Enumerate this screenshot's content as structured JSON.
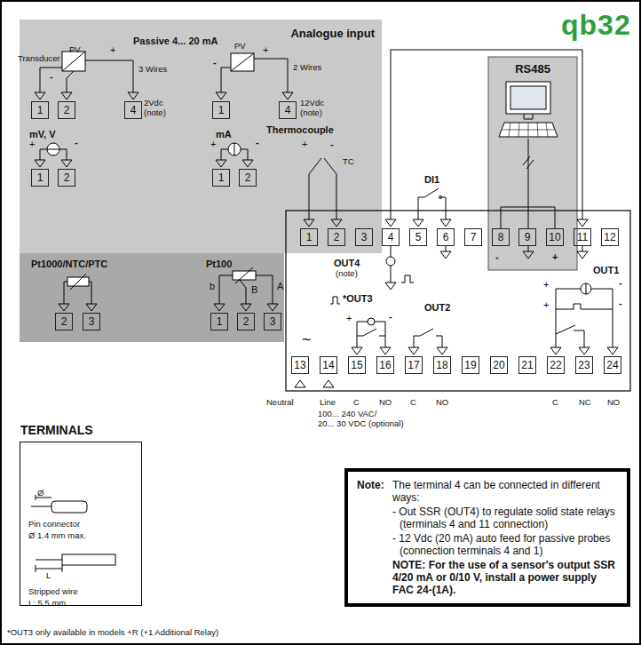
{
  "diagram": {
    "title": "qb32",
    "nodes": [
      {
        "text": [
          "Analogue input"
        ]
      },
      {
        "text": [
          "Pt1000/NTC/PTC",
          "Pt100"
        ]
      },
      {
        "text": [
          "RS485"
        ]
      },
      {
        "text": [
          "TERMINALS"
        ]
      },
      {
        "text": [
          "Note:",
          "The terminal 4 can be connected in different ways:",
          "- Out SSR (OUT4) to regulate solid state relays (terminals 4 and 11 connection)",
          "- 12 Vdc (20 mA) auto feed for passive probes (connection terminals 4 and 1)",
          "NOTE: For the use of a sensor's output SSR 4/20 mA or 0/10 V, install a power supply FAC 24-(1A)."
        ]
      }
    ],
    "labels": [
      "Passive 4... 20 mA",
      "PV",
      "Transducer",
      "+",
      "3 Wires",
      "-",
      "1",
      "2",
      "4",
      "2Vdc",
      "(note)",
      "PV",
      "+",
      "2 Wires",
      "-",
      "1",
      "4",
      "12Vdc",
      "(note)",
      "mV, V",
      "+",
      "-",
      "1",
      "2",
      "mA",
      "+",
      "-",
      "1",
      "2",
      "Thermocouple",
      "+",
      "-",
      "TC",
      "1",
      "2",
      "3",
      "4",
      "5",
      "6",
      "7",
      "8",
      "9",
      "10",
      "11",
      "12",
      "OUT4",
      "(note)",
      "DI1",
      "-",
      "+",
      "*OUT3",
      "OUT2",
      "+",
      "-",
      "OUT1",
      "+",
      "-",
      "+",
      "-",
      "~",
      "13",
      "14",
      "15",
      "16",
      "17",
      "18",
      "19",
      "20",
      "21",
      "22",
      "23",
      "24",
      "Neutral",
      "Line",
      "100... 240 VAC/",
      "20... 30 VDC (optional)",
      "C",
      "NO",
      "C",
      "NO",
      "C",
      "NC",
      "NO",
      "2",
      "3",
      "b",
      "B",
      "A",
      "1",
      "2",
      "3",
      "Ø",
      "Pin connector",
      "Ø 1.4 mm max.",
      "L",
      "Stripped wire",
      "L: 5.5 mm",
      "*OUT3 only available in models +R (+1 Additional Relay)"
    ]
  }
}
